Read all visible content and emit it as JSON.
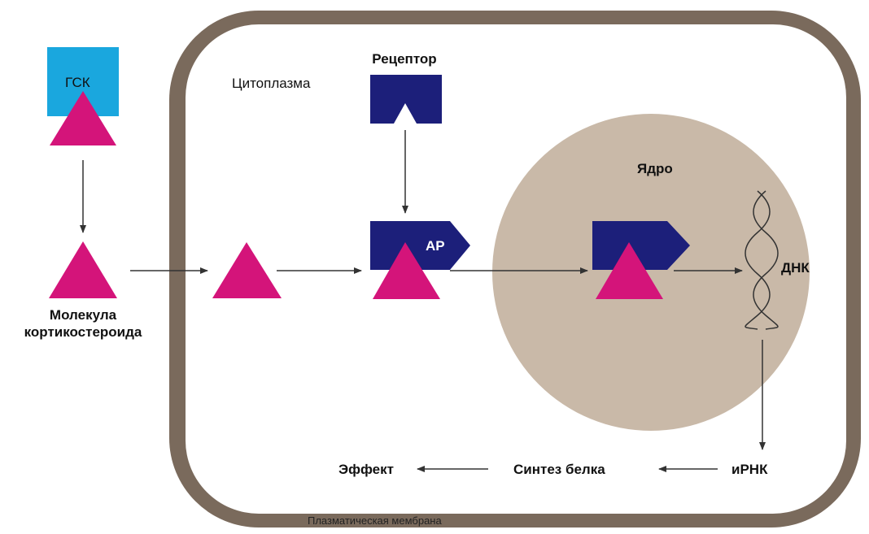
{
  "labels": {
    "gsk": "ГСК",
    "cytoplasm": "Цитоплазма",
    "receptor": "Рецептор",
    "nucleus": "Ядро",
    "ar": "АР",
    "molecule_line1": "Молекула",
    "molecule_line2": "кортикостероида",
    "dna": "ДНК",
    "mrna": "иРНК",
    "protein_synthesis": "Синтез белка",
    "effect": "Эффект",
    "membrane": "Плазматическая мембрана"
  },
  "colors": {
    "membrane": "#7a6a5c",
    "nucleus": "#c9b9a8",
    "receptor": "#1c1f7a",
    "steroid": "#d4147a",
    "gsk_box": "#1aa7de",
    "arrow": "#333333"
  }
}
